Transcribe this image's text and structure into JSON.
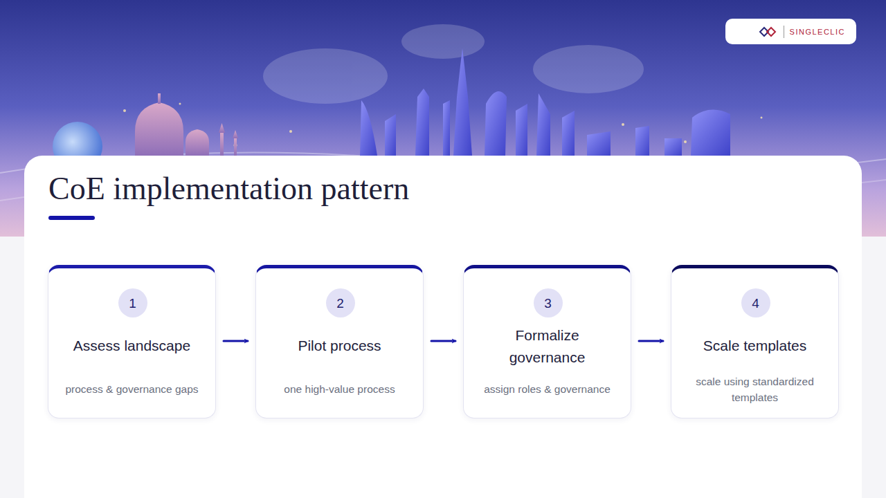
{
  "diagram": {
    "title": "CoE implementation pattern",
    "nodes": [
      {
        "text": [
          "SINGLECLIC"
        ]
      },
      {
        "text": [
          "Assess landscape",
          "process & governance gaps"
        ]
      },
      {
        "text": [
          "1"
        ],
        "in": 1
      },
      {
        "text": [
          "Pilot process",
          "one high-value process"
        ]
      },
      {
        "text": [
          "2"
        ],
        "in": 3
      },
      {
        "text": [
          "Formalize governance",
          "assign roles & governance"
        ]
      },
      {
        "text": [
          "3"
        ],
        "in": 5
      },
      {
        "text": [
          "Scale templates",
          "scale using standardized templates"
        ]
      },
      {
        "text": [
          "4"
        ],
        "in": 7
      }
    ],
    "edges": [
      {
        "from": 1,
        "to": 3,
        "arrow": "to"
      },
      {
        "from": 3,
        "to": 5,
        "arrow": "to"
      },
      {
        "from": 5,
        "to": 7,
        "arrow": "to"
      }
    ]
  }
}
